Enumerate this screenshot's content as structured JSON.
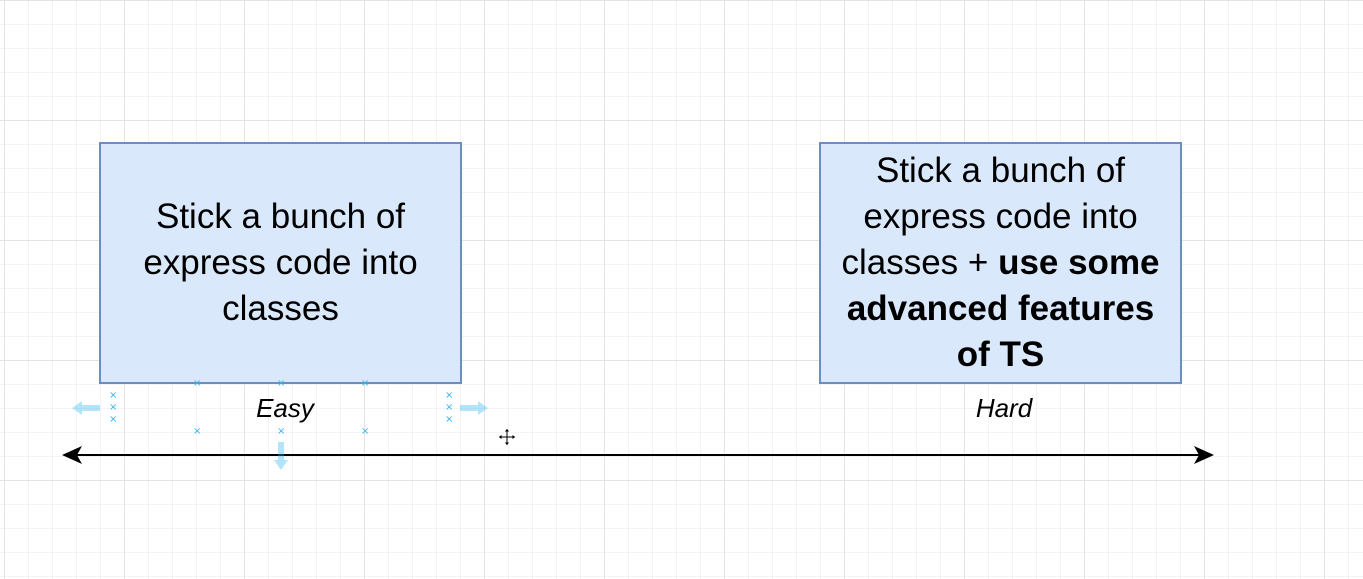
{
  "diagram": {
    "left_box": {
      "text": "Stick a bunch of express code into classes"
    },
    "right_box": {
      "text_plain": "Stick a bunch of express code into classes + ",
      "text_bold": "use some advanced features of TS"
    },
    "left_label": "Easy",
    "right_label": "Hard"
  },
  "colors": {
    "box_fill": "#dae8fc",
    "box_border": "#6c8ebf",
    "selection_handle": "#29b6f2",
    "axis_line": "#000000"
  },
  "icons": {
    "cursor": "move-cursor-icon"
  }
}
